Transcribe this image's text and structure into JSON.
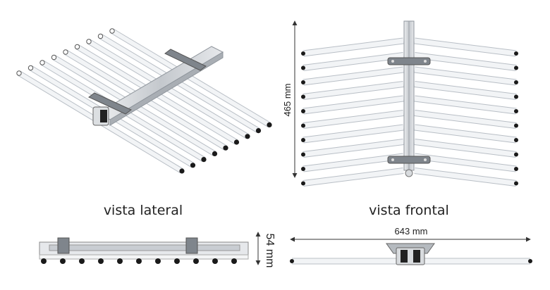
{
  "labels": {
    "lateral": "vista lateral",
    "frontal": "vista frontal"
  },
  "dimensions": {
    "height": "465 mm",
    "width": "643 mm",
    "depth": "54 mm"
  },
  "colors": {
    "rod_fill": "#f2f4f6",
    "rod_edge": "#b9bfc6",
    "rail": "#c9cdd2",
    "rail_dark": "#8f959c",
    "bracket": "#7f858c",
    "cap": "#1a1a1a",
    "dimension_line": "#333333"
  }
}
